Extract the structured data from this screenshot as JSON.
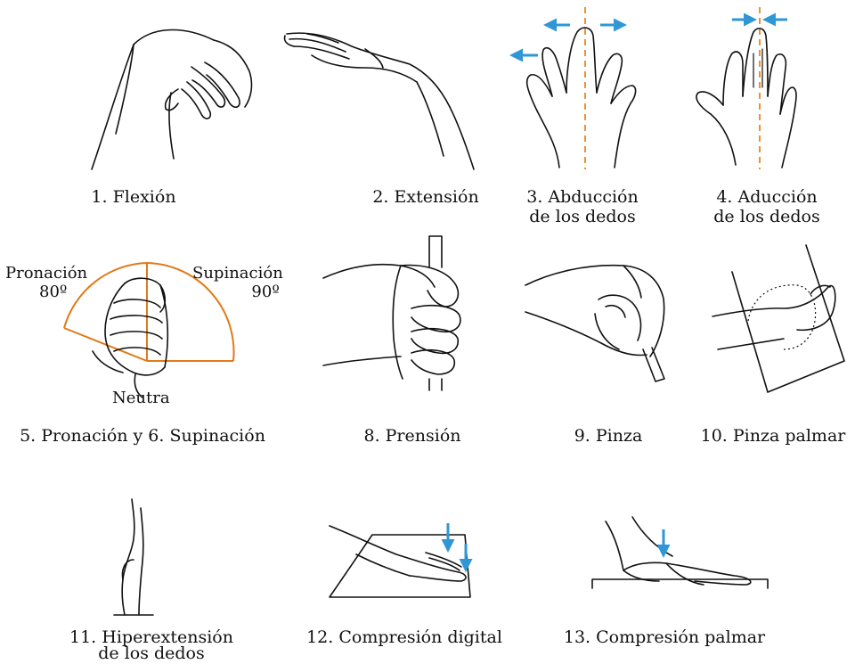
{
  "figures": [
    {
      "id": 1,
      "caption_lines": [
        "1. Flexión"
      ]
    },
    {
      "id": 2,
      "caption_lines": [
        "2. Extensión"
      ]
    },
    {
      "id": 3,
      "caption_lines": [
        "3. Abducción",
        "de los dedos"
      ]
    },
    {
      "id": 4,
      "caption_lines": [
        "4. Aducción",
        "de los dedos"
      ]
    },
    {
      "id": 5,
      "caption_lines": [
        "5. Pronación y 6. Supinación"
      ]
    },
    {
      "id": 8,
      "caption_lines": [
        "8. Prensión"
      ]
    },
    {
      "id": 9,
      "caption_lines": [
        "9. Pinza"
      ]
    },
    {
      "id": 10,
      "caption_lines": [
        "10. Pinza palmar"
      ]
    },
    {
      "id": 11,
      "caption_lines": [
        "11. Hiperextensión",
        "de los dedos"
      ]
    },
    {
      "id": 12,
      "caption_lines": [
        "12. Compresión digital"
      ]
    },
    {
      "id": 13,
      "caption_lines": [
        "13. Compresión palmar"
      ]
    }
  ],
  "rotation_labels": {
    "pronation": [
      "Pronación",
      "80º"
    ],
    "supination": [
      "Supinación",
      "90º"
    ],
    "neutral": "Neutra"
  },
  "colors": {
    "ink": "#111111",
    "arrow": "#2f97d6",
    "axis_line": "#e8861f",
    "arc": "#e07a1a",
    "background": "#ffffff"
  }
}
